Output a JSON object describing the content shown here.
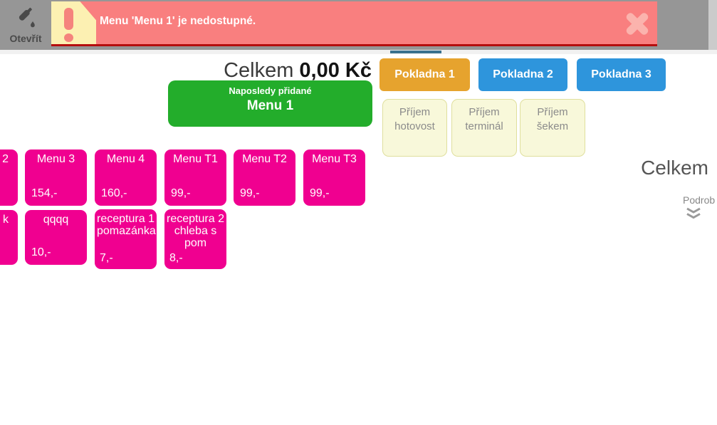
{
  "topbar": {
    "open_button": {
      "label": "Otevřít"
    },
    "notification": {
      "message": "Menu 'Menu 1' je nedostupné."
    }
  },
  "order_summary": {
    "total_label": "Celkem",
    "total_value": "0,00 Kč"
  },
  "last_added": {
    "caption": "Naposledy přidané",
    "item_name": "Menu 1"
  },
  "registers": {
    "items": [
      {
        "label": "Pokladna 1",
        "active": true
      },
      {
        "label": "Pokladna 2",
        "active": false
      },
      {
        "label": "Pokladna 3",
        "active": false
      }
    ]
  },
  "payments": {
    "items": [
      {
        "label": "Příjem hotovost"
      },
      {
        "label": "Příjem terminál"
      },
      {
        "label": "Příjem šekem"
      }
    ]
  },
  "details_panel": {
    "total_label": "Celkem",
    "details_label": "Podrob"
  },
  "products": {
    "row1": [
      {
        "label": "2",
        "price": ""
      },
      {
        "label": "Menu 3",
        "price": "154,-"
      },
      {
        "label": "Menu 4",
        "price": "160,-"
      },
      {
        "label": "Menu T1",
        "price": "99,-"
      },
      {
        "label": "Menu T2",
        "price": "99,-"
      },
      {
        "label": "Menu T3",
        "price": "99,-"
      }
    ],
    "row2": [
      {
        "label": "k",
        "price": ""
      },
      {
        "label": "qqqq",
        "price": "10,-"
      },
      {
        "label": "receptura 1 pomazánka",
        "price": "7,-"
      },
      {
        "label": "receptura 2 chleba s pom",
        "price": "8,-"
      }
    ]
  },
  "colors": {
    "topbar": "#969696",
    "notification": "#f97f7f",
    "notification_border": "#b50d0d",
    "warning_panel": "#fcf0b2",
    "register_active": "#e6a32e",
    "register_inactive": "#2e95dc",
    "payment_button": "#f8f8da",
    "last_added_green": "#23ad2b",
    "product_tile_pink": "#f00090",
    "tab_indicator": "#39718e"
  }
}
